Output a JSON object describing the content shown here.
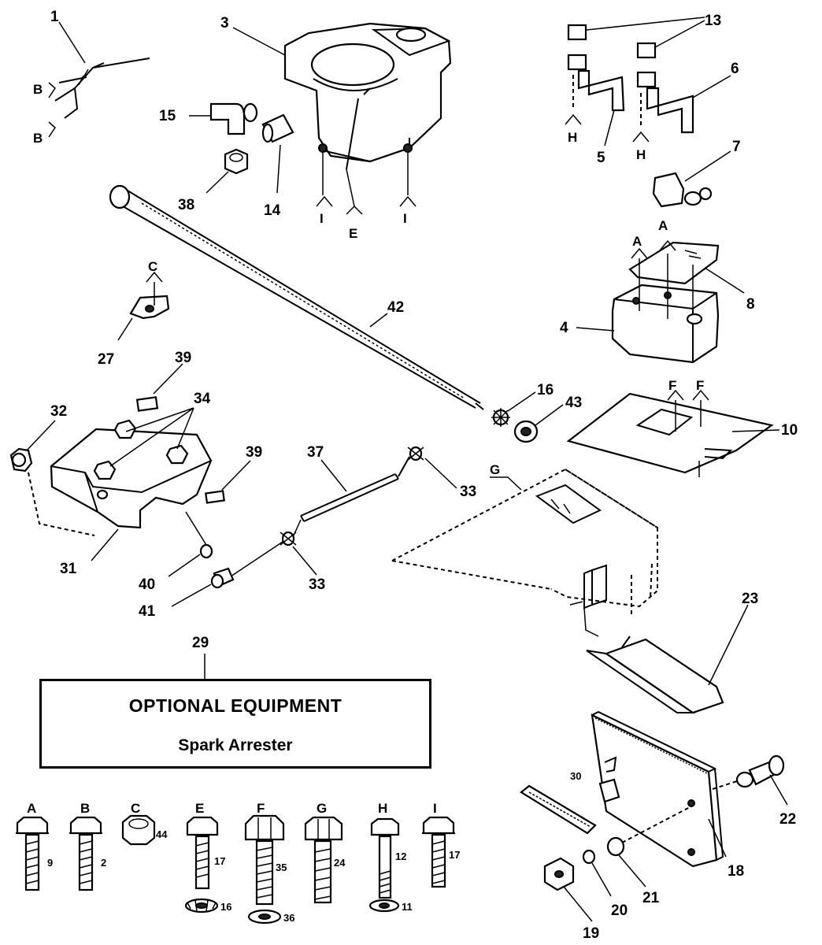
{
  "optional_equipment": {
    "title": "OPTIONAL EQUIPMENT",
    "item": "Spark Arrester",
    "callout": "29"
  },
  "callouts": {
    "c1": "1",
    "c3": "3",
    "c4": "4",
    "c5": "5",
    "c6": "6",
    "c7": "7",
    "c8": "8",
    "c10": "10",
    "c13": "13",
    "c14": "14",
    "c15": "15",
    "c16": "16",
    "c18": "18",
    "c19": "19",
    "c20": "20",
    "c21": "21",
    "c22": "22",
    "c23": "23",
    "c27": "27",
    "c30": "30",
    "c31": "31",
    "c32": "32",
    "c33a": "33",
    "c33b": "33",
    "c34": "34",
    "c37": "37",
    "c38": "38",
    "c39a": "39",
    "c39b": "39",
    "c40": "40",
    "c41": "41",
    "c42": "42",
    "c43": "43"
  },
  "ref_letters": {
    "b1": "B",
    "b2": "B",
    "i1": "I",
    "i2": "I",
    "e": "E",
    "h1": "H",
    "h2": "H",
    "a1": "A",
    "a2": "A",
    "c": "C",
    "f1": "F",
    "f2": "F",
    "g": "G"
  },
  "hardware_legend": [
    {
      "letter": "A",
      "part": "9"
    },
    {
      "letter": "B",
      "part": "2"
    },
    {
      "letter": "C",
      "part": "44"
    },
    {
      "letter": "E",
      "part": "17",
      "washer": "16"
    },
    {
      "letter": "F",
      "part": "35",
      "washer": "36"
    },
    {
      "letter": "G",
      "part": "24"
    },
    {
      "letter": "H",
      "part": "12",
      "washer": "11"
    },
    {
      "letter": "I",
      "part": "17"
    }
  ]
}
